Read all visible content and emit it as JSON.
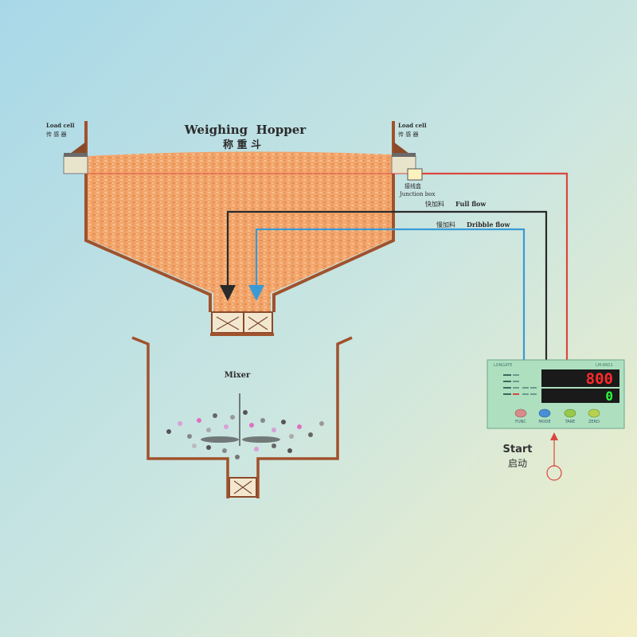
{
  "title": {
    "en": "Weighing  Hopper",
    "zh": "称 重 斗"
  },
  "load_cell_left": {
    "en": "Load cell",
    "zh": "传 感 器"
  },
  "load_cell_right": {
    "en": "Load cell",
    "zh": "传 感 器"
  },
  "junction_box": {
    "zh": "接线盒",
    "en": "Junction box"
  },
  "full_flow": {
    "zh": "快加料",
    "en": "Full flow"
  },
  "dribble_flow": {
    "zh": "慢加料",
    "en": "Dribble flow"
  },
  "mixer": {
    "en": "Mixer"
  },
  "start": {
    "en": "Start",
    "zh": "启动"
  },
  "controller": {
    "brand": "LONGATE",
    "model": "LM-8601",
    "weight_display": "800",
    "target_display": "0",
    "buttons": [
      "FUNC",
      "MODE",
      "TARE",
      "ZERO"
    ],
    "button_colors": [
      "#d98a8a",
      "#4a8fd4",
      "#9ac84a",
      "#b8d050"
    ]
  },
  "colors": {
    "material": "#f2a46a",
    "hopper_wall": "#a0522d",
    "full_flow_line": "#2a2a2a",
    "dribble_flow_line": "#3a9ad6",
    "signal_line": "#d9473f",
    "panel": "#aee0c0",
    "led": "#ff2a2a",
    "led_green": "#2cff3a"
  }
}
